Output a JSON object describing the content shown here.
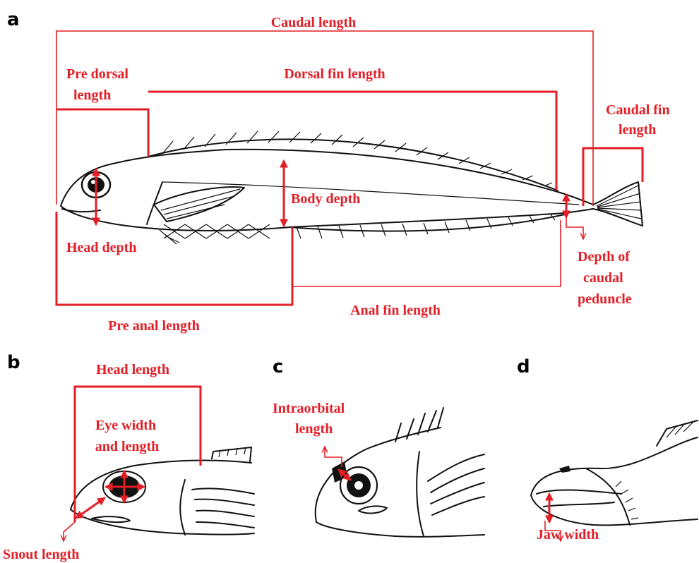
{
  "panels": {
    "a": {
      "letter": "a",
      "labels": {
        "caudal_length": "Caudal length",
        "pre_dorsal_1": "Pre dorsal",
        "pre_dorsal_2": "length",
        "dorsal_fin_length": "Dorsal fin length",
        "caudal_fin_1": "Caudal fin",
        "caudal_fin_2": "length",
        "body_depth": "Body depth",
        "head_depth": "Head depth",
        "depth_cp_1": "Depth of",
        "depth_cp_2": "caudal",
        "depth_cp_3": "peduncle",
        "anal_fin_length": "Anal fin length",
        "pre_anal_length": "Pre anal  length"
      }
    },
    "b": {
      "letter": "b",
      "labels": {
        "head_length": "Head length",
        "eye_1": "Eye width",
        "eye_2": "and length",
        "snout_length": "Snout length"
      }
    },
    "c": {
      "letter": "c",
      "labels": {
        "intraorbital_1": "Intraorbital",
        "intraorbital_2": "length"
      }
    },
    "d": {
      "letter": "d",
      "labels": {
        "jaw_width": "Jaw width"
      }
    }
  },
  "colors": {
    "annotation": "#e41e26",
    "ink": "#111111"
  }
}
